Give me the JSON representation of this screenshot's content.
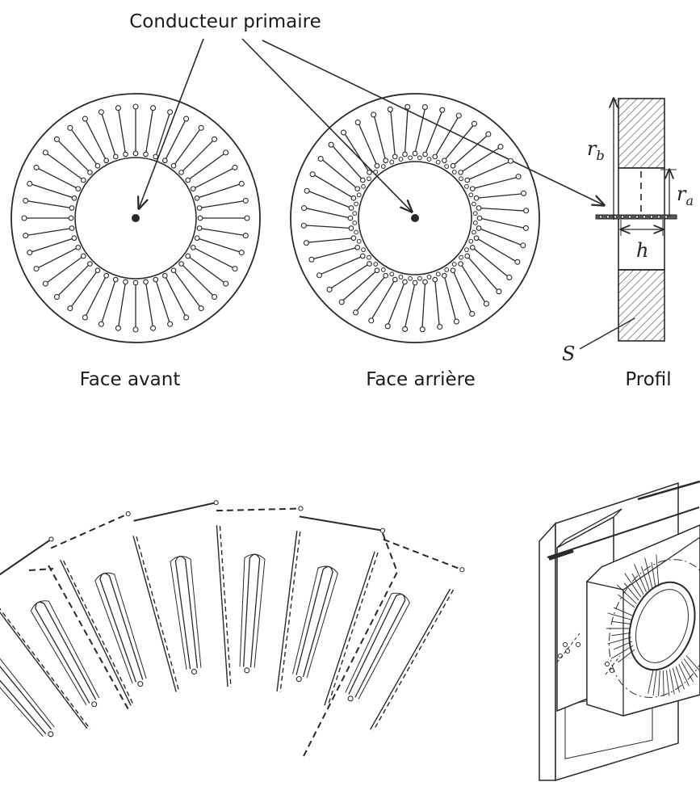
{
  "labels": {
    "conductor": "Conducteur primaire",
    "front": "Face avant",
    "back": "Face arrière",
    "profile": "Profil"
  },
  "symbols": {
    "rb": "r",
    "rb_sub": "b",
    "ra": "r",
    "ra_sub": "a",
    "h": "h",
    "s": "S"
  },
  "colors": {
    "ink": "#2a2a2a",
    "text": "#1c1c1c",
    "background": "#ffffff"
  }
}
